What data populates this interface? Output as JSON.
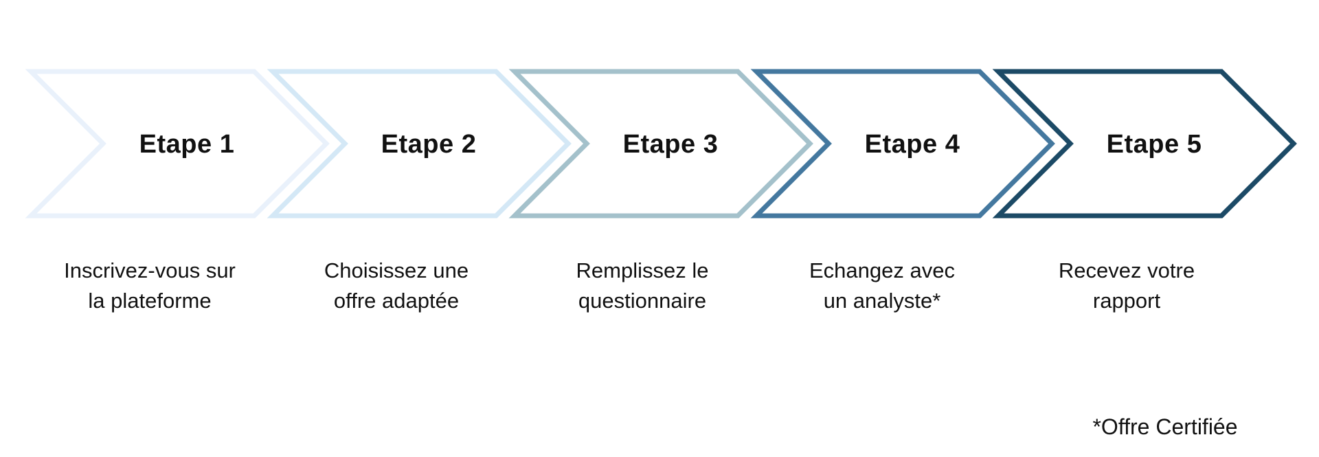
{
  "diagram": {
    "type": "process-flow",
    "direction": "left-to-right",
    "background_color": "#ffffff",
    "text_color": "#111111",
    "steps": [
      {
        "label": "Etape 1",
        "description_line1": "Inscrivez-vous sur",
        "description_line2": "la plateforme",
        "outline_color": "#E9F1FB"
      },
      {
        "label": "Etape 2",
        "description_line1": "Choisissez une",
        "description_line2": "offre adaptée",
        "outline_color": "#D4E8F6"
      },
      {
        "label": "Etape 3",
        "description_line1": "Remplissez le",
        "description_line2": "questionnaire",
        "outline_color": "#A4C1CB"
      },
      {
        "label": "Etape 4",
        "description_line1": "Echangez avec",
        "description_line2": "un analyste*",
        "outline_color": "#44789F"
      },
      {
        "label": "Etape 5",
        "description_line1": "Recevez votre",
        "description_line2": "rapport",
        "outline_color": "#1C4A66"
      }
    ],
    "footnote": "*Offre Certifiée"
  }
}
